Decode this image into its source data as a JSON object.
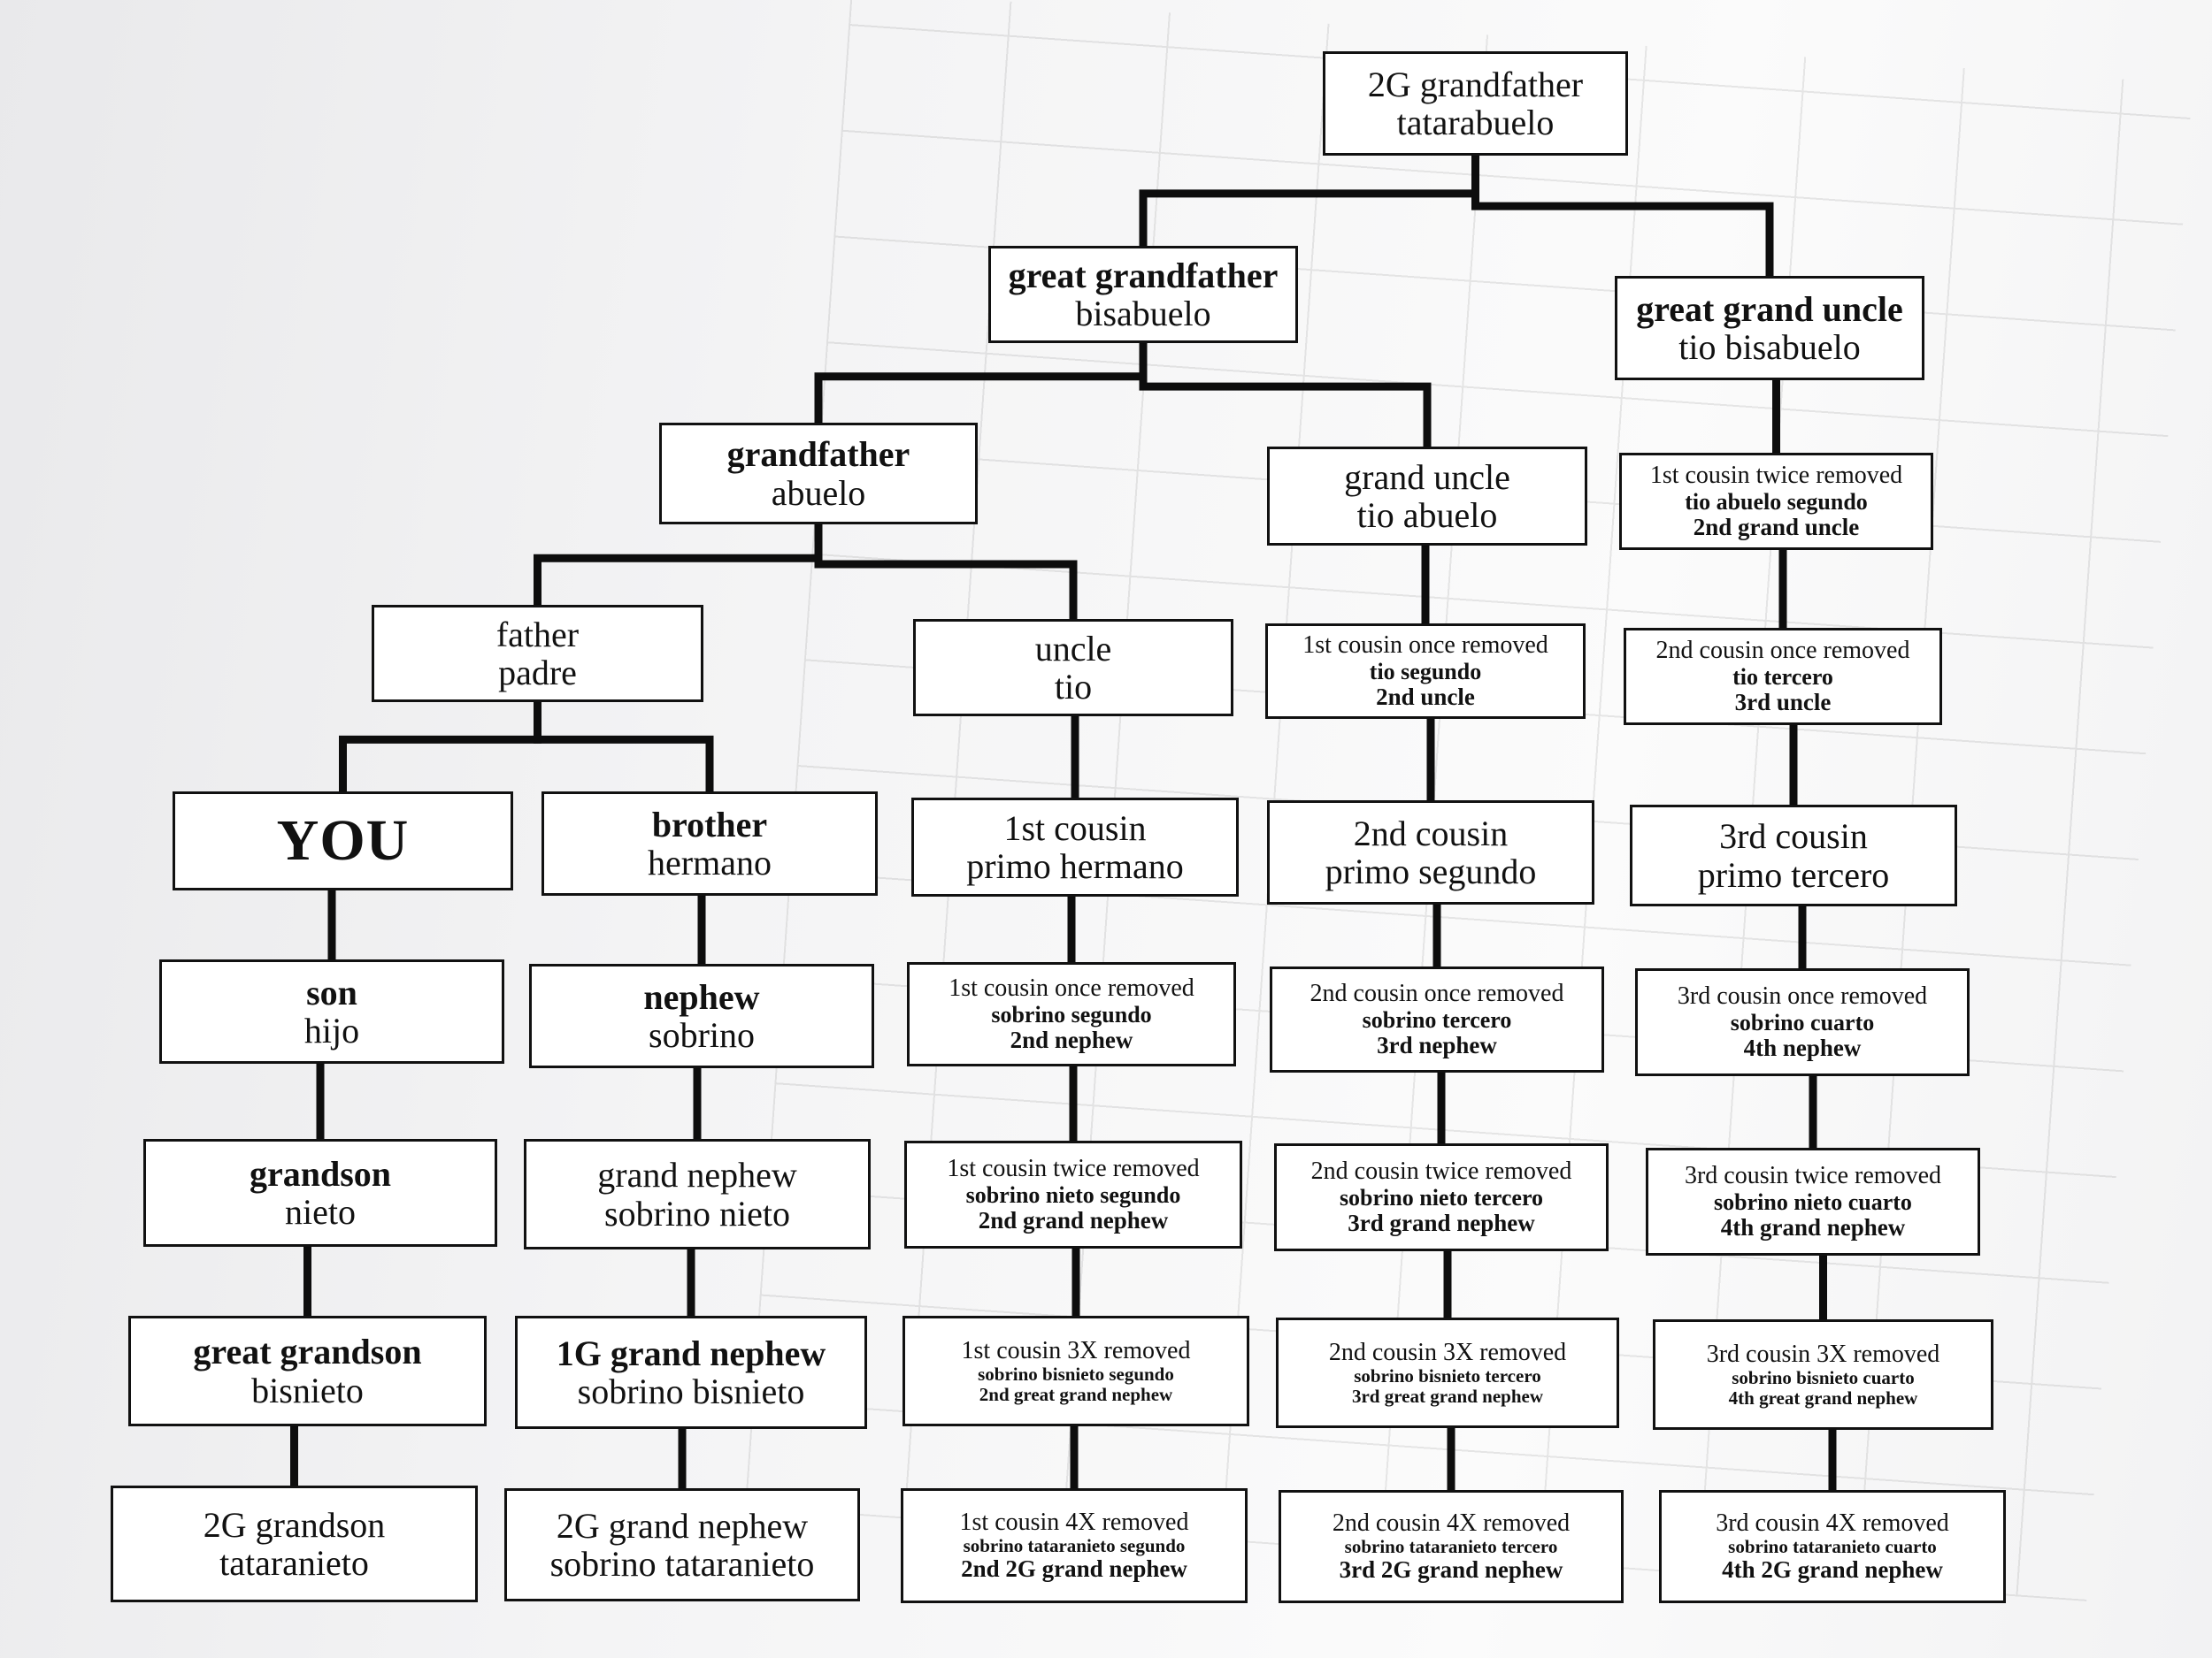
{
  "nodes": [
    {
      "id": "great-great-grandfather",
      "lines": [
        "2G grandfather",
        "tatarabuelo"
      ]
    },
    {
      "id": "great-grandfather",
      "lines": [
        "great grandfather",
        "bisabuelo"
      ]
    },
    {
      "id": "great-grand-uncle",
      "lines": [
        "great grand uncle",
        "tio bisabuelo"
      ]
    },
    {
      "id": "grandfather",
      "lines": [
        "grandfather",
        "abuelo"
      ]
    },
    {
      "id": "grand-uncle",
      "lines": [
        "grand uncle",
        "tio abuelo"
      ]
    },
    {
      "id": "1st-cousin-twice-removed-up",
      "lines": [
        "1st cousin twice removed",
        "tio abuelo segundo",
        "2nd grand uncle"
      ]
    },
    {
      "id": "father",
      "lines": [
        "father",
        "padre"
      ]
    },
    {
      "id": "uncle",
      "lines": [
        "uncle",
        "tio"
      ]
    },
    {
      "id": "1st-cousin-once-removed-up",
      "lines": [
        "1st cousin once removed",
        "tio segundo",
        "2nd uncle"
      ]
    },
    {
      "id": "2nd-cousin-once-removed-up",
      "lines": [
        "2nd cousin once removed",
        "tio tercero",
        "3rd uncle"
      ]
    },
    {
      "id": "you",
      "lines": [
        "YOU"
      ]
    },
    {
      "id": "brother",
      "lines": [
        "brother",
        "hermano"
      ]
    },
    {
      "id": "1st-cousin",
      "lines": [
        "1st cousin",
        "primo hermano"
      ]
    },
    {
      "id": "2nd-cousin",
      "lines": [
        "2nd cousin",
        "primo segundo"
      ]
    },
    {
      "id": "3rd-cousin",
      "lines": [
        "3rd cousin",
        "primo tercero"
      ]
    },
    {
      "id": "son",
      "lines": [
        "son",
        "hijo"
      ]
    },
    {
      "id": "nephew",
      "lines": [
        "nephew",
        "sobrino"
      ]
    },
    {
      "id": "1st-cousin-once-removed-down",
      "lines": [
        "1st cousin once removed",
        "sobrino segundo",
        "2nd nephew"
      ]
    },
    {
      "id": "2nd-cousin-once-removed-down",
      "lines": [
        "2nd cousin once removed",
        "sobrino tercero",
        "3rd nephew"
      ]
    },
    {
      "id": "3rd-cousin-once-removed-down",
      "lines": [
        "3rd cousin once removed",
        "sobrino cuarto",
        "4th nephew"
      ]
    },
    {
      "id": "grandson",
      "lines": [
        "grandson",
        "nieto"
      ]
    },
    {
      "id": "grand-nephew",
      "lines": [
        "grand nephew",
        "sobrino nieto"
      ]
    },
    {
      "id": "1st-cousin-twice-removed-down",
      "lines": [
        "1st cousin twice removed",
        "sobrino nieto segundo",
        "2nd grand nephew"
      ]
    },
    {
      "id": "2nd-cousin-twice-removed-down",
      "lines": [
        "2nd cousin twice removed",
        "sobrino nieto tercero",
        "3rd grand nephew"
      ]
    },
    {
      "id": "3rd-cousin-twice-removed-down",
      "lines": [
        "3rd cousin twice removed",
        "sobrino nieto cuarto",
        "4th grand nephew"
      ]
    },
    {
      "id": "great-grandson",
      "lines": [
        "great grandson",
        "bisnieto"
      ]
    },
    {
      "id": "1g-grand-nephew",
      "lines": [
        "1G grand nephew",
        "sobrino bisnieto"
      ]
    },
    {
      "id": "1st-cousin-3x-removed",
      "lines": [
        "1st cousin 3X removed",
        "sobrino bisnieto segundo",
        "2nd great grand nephew"
      ]
    },
    {
      "id": "2nd-cousin-3x-removed",
      "lines": [
        "2nd cousin 3X removed",
        "sobrino bisnieto tercero",
        "3rd great grand nephew"
      ]
    },
    {
      "id": "3rd-cousin-3x-removed",
      "lines": [
        "3rd cousin 3X removed",
        "sobrino bisnieto cuarto",
        "4th great grand nephew"
      ]
    },
    {
      "id": "2g-grandson",
      "lines": [
        "2G grandson",
        "tataranieto"
      ]
    },
    {
      "id": "2g-grand-nephew",
      "lines": [
        "2G grand nephew",
        "sobrino tataranieto"
      ]
    },
    {
      "id": "1st-cousin-4x-removed",
      "lines": [
        "1st cousin 4X removed",
        "sobrino tataranieto segundo",
        "2nd 2G grand nephew"
      ]
    },
    {
      "id": "2nd-cousin-4x-removed",
      "lines": [
        "2nd cousin 4X removed",
        "sobrino tataranieto tercero",
        "3rd 2G grand nephew"
      ]
    },
    {
      "id": "3rd-cousin-4x-removed",
      "lines": [
        "3rd cousin 4X removed",
        "sobrino tataranieto cuarto",
        "4th 2G grand nephew"
      ]
    }
  ],
  "edges": [
    [
      "great-great-grandfather",
      "great-grandfather"
    ],
    [
      "great-great-grandfather",
      "great-grand-uncle"
    ],
    [
      "great-grandfather",
      "grandfather"
    ],
    [
      "great-grandfather",
      "grand-uncle"
    ],
    [
      "great-grand-uncle",
      "1st-cousin-twice-removed-up"
    ],
    [
      "grandfather",
      "father"
    ],
    [
      "grandfather",
      "uncle"
    ],
    [
      "grand-uncle",
      "1st-cousin-once-removed-up"
    ],
    [
      "1st-cousin-twice-removed-up",
      "2nd-cousin-once-removed-up"
    ],
    [
      "father",
      "you"
    ],
    [
      "father",
      "brother"
    ],
    [
      "uncle",
      "1st-cousin"
    ],
    [
      "1st-cousin-once-removed-up",
      "2nd-cousin"
    ],
    [
      "2nd-cousin-once-removed-up",
      "3rd-cousin"
    ],
    [
      "you",
      "son"
    ],
    [
      "son",
      "grandson"
    ],
    [
      "grandson",
      "great-grandson"
    ],
    [
      "great-grandson",
      "2g-grandson"
    ],
    [
      "brother",
      "nephew"
    ],
    [
      "nephew",
      "grand-nephew"
    ],
    [
      "grand-nephew",
      "1g-grand-nephew"
    ],
    [
      "1g-grand-nephew",
      "2g-grand-nephew"
    ],
    [
      "1st-cousin",
      "1st-cousin-once-removed-down"
    ],
    [
      "1st-cousin-once-removed-down",
      "1st-cousin-twice-removed-down"
    ],
    [
      "1st-cousin-twice-removed-down",
      "1st-cousin-3x-removed"
    ],
    [
      "1st-cousin-3x-removed",
      "1st-cousin-4x-removed"
    ],
    [
      "2nd-cousin",
      "2nd-cousin-once-removed-down"
    ],
    [
      "2nd-cousin-once-removed-down",
      "2nd-cousin-twice-removed-down"
    ],
    [
      "2nd-cousin-twice-removed-down",
      "2nd-cousin-3x-removed"
    ],
    [
      "2nd-cousin-3x-removed",
      "2nd-cousin-4x-removed"
    ],
    [
      "3rd-cousin",
      "3rd-cousin-once-removed-down"
    ],
    [
      "3rd-cousin-once-removed-down",
      "3rd-cousin-twice-removed-down"
    ],
    [
      "3rd-cousin-twice-removed-down",
      "3rd-cousin-3x-removed"
    ],
    [
      "3rd-cousin-3x-removed",
      "3rd-cousin-4x-removed"
    ]
  ]
}
